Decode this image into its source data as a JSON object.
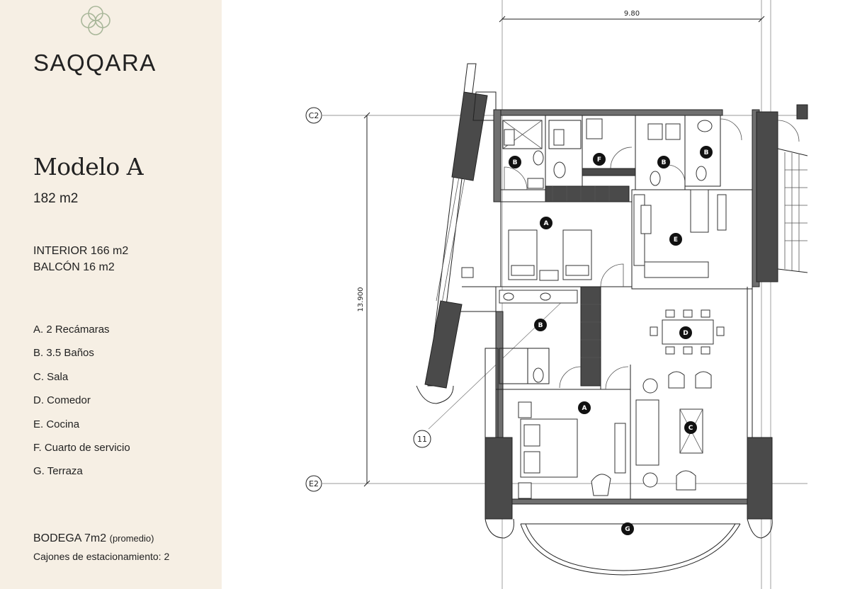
{
  "brand": {
    "name": "SAQQARA"
  },
  "model": {
    "title": "Modelo A",
    "area": "182 m2",
    "interior": "INTERIOR 166 m2",
    "balcony": "BALCÓN 16 m2"
  },
  "legend": [
    "A. 2 Recámaras",
    "B. 3.5 Baños",
    "C. Sala",
    "D. Comedor",
    "E. Cocina",
    "F. Cuarto de servicio",
    "G. Terraza"
  ],
  "storage": {
    "label": "BODEGA 7m2",
    "note": "(promedio)"
  },
  "parking": "Cajones de estacionamiento: 2",
  "plan": {
    "dim_width": "9.80",
    "dim_height": "13.900",
    "grid_tags": [
      "C2",
      "E2",
      "11"
    ],
    "markers": [
      "B",
      "F",
      "B",
      "B",
      "A",
      "E",
      "B",
      "D",
      "A",
      "C",
      "G"
    ]
  },
  "colors": {
    "panel_bg": "#f6efe4",
    "logo_stroke": "#a9b79a",
    "marker_fill": "#111111"
  }
}
